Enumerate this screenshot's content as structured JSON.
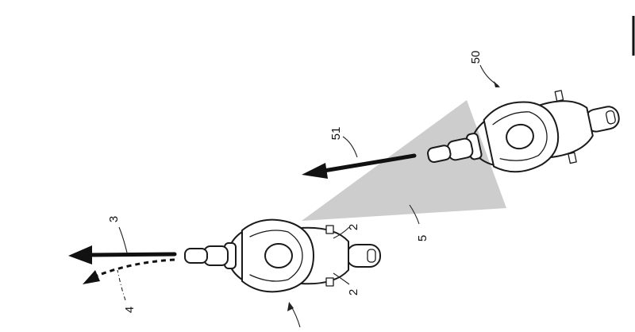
{
  "figure": {
    "labels": {
      "vehicle_other": "50",
      "other_travel_arrow": "51",
      "detection_area": "5",
      "own_travel_arrow": "3",
      "predicted_path": "4",
      "mirror_upper": "2",
      "mirror_lower": "2"
    },
    "colors": {
      "line": "#1a1a1a",
      "detection_fill": "#c4c4c4",
      "background": "#ffffff"
    }
  }
}
